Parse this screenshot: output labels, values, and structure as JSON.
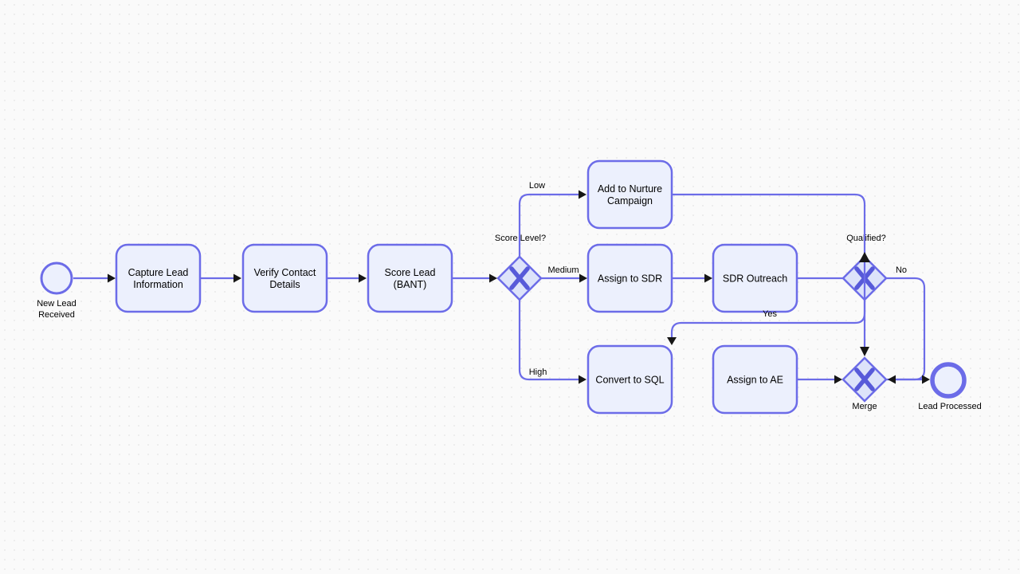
{
  "canvas": {
    "background": "#fafafa",
    "accent": "#6c6ce8",
    "node_fill": "#ecf0fd",
    "gateway_fill": "#dde3fa",
    "gateway_icon": "xor-x",
    "arrowhead_color": "#161616"
  },
  "events": {
    "start": {
      "label_line1": "New Lead",
      "label_line2": "Received"
    },
    "end": {
      "label": "Lead Processed"
    }
  },
  "tasks": {
    "capture": {
      "line1": "Capture Lead",
      "line2": "Information"
    },
    "verify": {
      "line1": "Verify Contact",
      "line2": "Details"
    },
    "score": {
      "line1": "Score Lead",
      "line2": "(BANT)"
    },
    "nurture": {
      "line1": "Add to Nurture",
      "line2": "Campaign"
    },
    "assign_sdr": {
      "label": "Assign to SDR"
    },
    "sdr_outreach": {
      "label": "SDR Outreach"
    },
    "convert_sql": {
      "label": "Convert to SQL"
    },
    "assign_ae": {
      "label": "Assign to AE"
    }
  },
  "gateways": {
    "score_level": {
      "label": "Score Level?"
    },
    "qualified": {
      "label": "Qualified?"
    },
    "merge": {
      "label": "Merge"
    }
  },
  "edge_labels": {
    "low": "Low",
    "medium": "Medium",
    "high": "High",
    "yes": "Yes",
    "no": "No"
  }
}
